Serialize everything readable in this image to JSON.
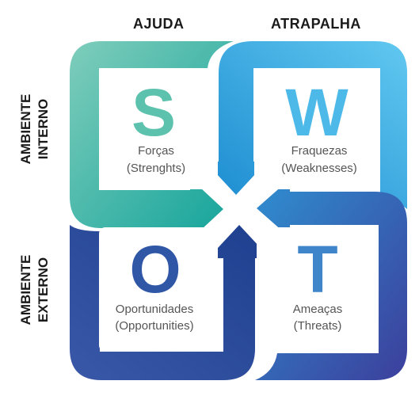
{
  "headers": {
    "col_left": "AJUDA",
    "col_right": "ATRAPALHA",
    "row_top": [
      "AMBIENTE",
      "INTERNO"
    ],
    "row_bottom": [
      "AMBIENTE",
      "EXTERNO"
    ]
  },
  "quadrants": {
    "s": {
      "letter": "S",
      "title": "Forças",
      "subtitle": "(Strenghts)",
      "color": "#5cc2ad"
    },
    "w": {
      "letter": "W",
      "title": "Fraquezas",
      "subtitle": "(Weaknesses)",
      "color": "#4db9e9"
    },
    "o": {
      "letter": "O",
      "title": "Oportunidades",
      "subtitle": "(Opportunities)",
      "color": "#2f57a6"
    },
    "t": {
      "letter": "T",
      "title": "Ameaças",
      "subtitle": "(Threats)",
      "color": "#3f85c9"
    }
  }
}
